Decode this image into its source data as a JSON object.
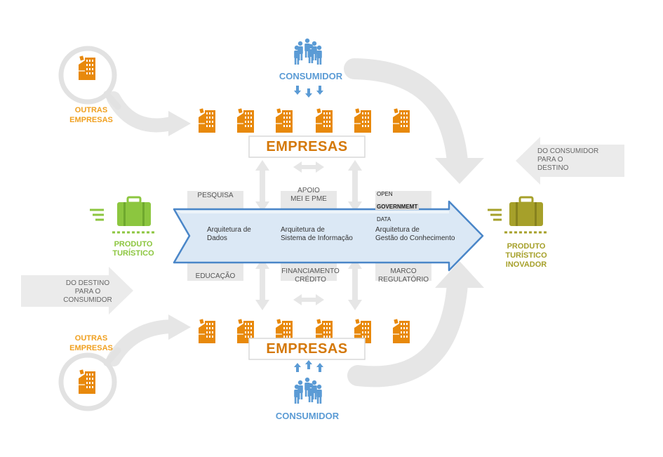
{
  "labels": {
    "outras_empresas_top": [
      "OUTRAS",
      "EMPRESAS"
    ],
    "outras_empresas_bottom": [
      "OUTRAS",
      "EMPRESAS"
    ],
    "consumidor_top": "CONSUMIDOR",
    "consumidor_bottom": "CONSUMIDOR",
    "empresas_top": "EMPRESAS",
    "empresas_bottom": "EMPRESAS",
    "produto_turistico": [
      "PRODUTO",
      "TURÍSTICO"
    ],
    "produto_turistico_inovador": [
      "PRODUTO",
      "TURÍSTICO",
      "INOVADOR"
    ],
    "do_consumidor_para_destino": [
      "DO CONSUMIDOR",
      "PARA O",
      "DESTINO"
    ],
    "do_destino_para_consumidor": [
      "DO DESTINO",
      "PARA O",
      "CONSUMIDOR"
    ]
  },
  "boxes": {
    "pesquisa": "PESQUISA",
    "apoio": [
      "APOIO",
      "MEI E PME"
    ],
    "open_data": [
      "OPEN",
      "GOVERNMEMT",
      "DATA"
    ],
    "educacao": "EDUCAÇÃO",
    "financiamento": [
      "FINANCIAMENTO",
      "CRÉDITO"
    ],
    "marco": [
      "MARCO",
      "REGULATÓRIO"
    ]
  },
  "arrow_items": [
    [
      "Arquitetura de",
      "Dados"
    ],
    [
      "Arquitetura de",
      "Sistema de Informação"
    ],
    [
      "Arquitetura de",
      "Gestão do Conhecimento"
    ]
  ],
  "colors": {
    "orange": "#f0a020",
    "factory": "#e8890c",
    "green": "#8cc63f",
    "olive": "#a6a02a",
    "blue": "#5b9bd5",
    "arrow_fill": "#dbe8f5",
    "arrow_stroke": "#4a86c8",
    "gray_box": "#e8e8e8",
    "light_gray": "#e6e6e6"
  },
  "icons": {
    "factory": "factory-icon",
    "people": "people-icon",
    "suitcase": "suitcase-icon",
    "magnifier": "magnifier-icon"
  }
}
